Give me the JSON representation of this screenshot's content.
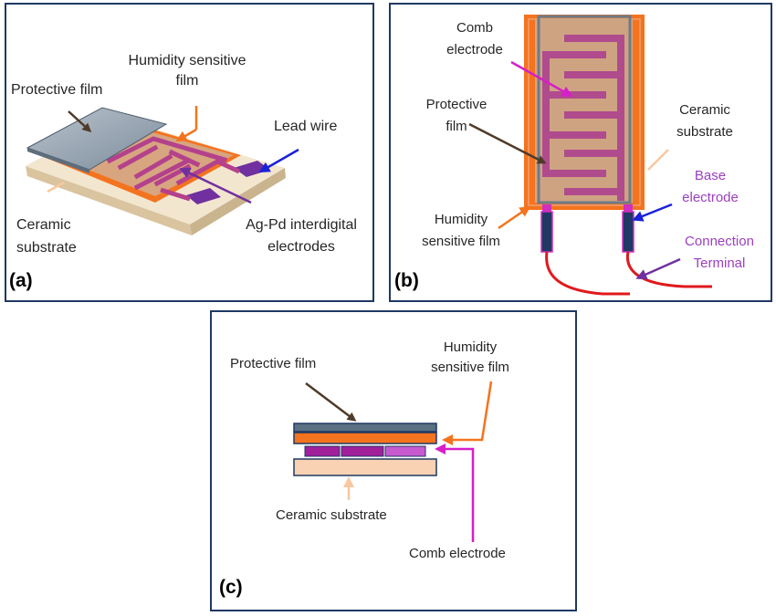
{
  "panel_a": {
    "label": "(a)",
    "protective_film": "Protective film",
    "humidity_sensitive_film_1": "Humidity sensitive",
    "humidity_sensitive_film_2": "film",
    "lead_wire": "Lead wire",
    "ceramic_1": "Ceramic",
    "ceramic_2": "substrate",
    "agpd_1": "Ag-Pd interdigital",
    "agpd_2": "electrodes"
  },
  "panel_b": {
    "label": "(b)",
    "comb_1": "Comb",
    "comb_2": "electrode",
    "protective_1": "Protective",
    "protective_2": "film",
    "ceramic_1": "Ceramic",
    "ceramic_2": "substrate",
    "base_1": "Base",
    "base_2": "electrode",
    "humidity_1": "Humidity",
    "humidity_2": "sensitive film",
    "connection_1": "Connection",
    "connection_2": "Terminal"
  },
  "panel_c": {
    "label": "(c)",
    "protective_film": "Protective film",
    "humidity_1": "Humidity",
    "humidity_2": "sensitive film",
    "ceramic": "Ceramic substrate",
    "comb": "Comb electrode"
  },
  "colors": {
    "frame": "#1f3864",
    "protective": "#6d8296",
    "humidity": "#f4731e",
    "ceramic": "#f8d2b2",
    "electrode": "#b4418c",
    "lead": "#e0191d"
  }
}
